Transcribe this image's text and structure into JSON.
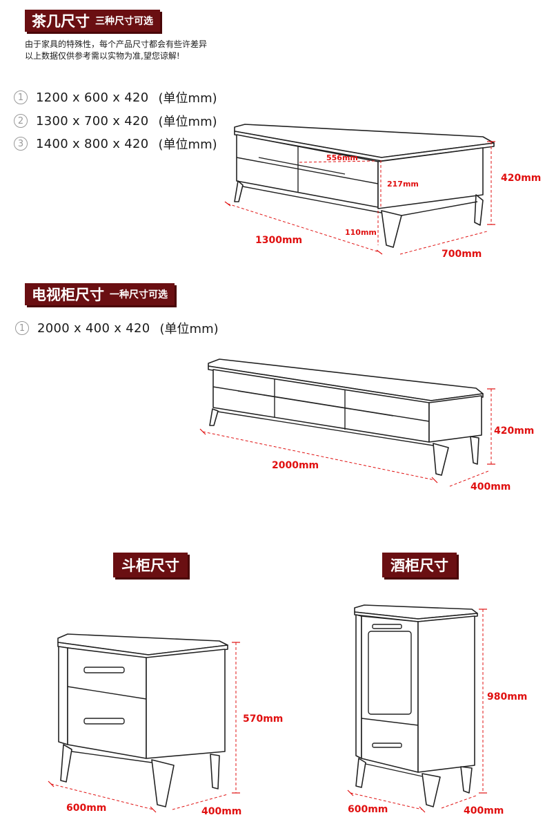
{
  "coffee_table": {
    "title": "茶几尺寸",
    "subtitle": "三种尺寸可选",
    "note": "由于家具的特殊性，每个产品尺寸都会有些许差异以上数据仅供参考需以实物为准,望您谅解!",
    "specs": [
      {
        "num": "1",
        "dims": "1200 x 600 x 420",
        "unit": "(单位mm)"
      },
      {
        "num": "2",
        "dims": "1300 x 700 x 420",
        "unit": "(单位mm)"
      },
      {
        "num": "3",
        "dims": "1400 x 800 x 420",
        "unit": "(单位mm)"
      }
    ],
    "labels": {
      "length": "1300mm",
      "depth": "700mm",
      "height": "420mm",
      "drawer": "556mm",
      "front": "217mm",
      "leg": "110mm"
    }
  },
  "tv_cabinet": {
    "title": "电视柜尺寸",
    "subtitle": "一种尺寸可选",
    "specs": [
      {
        "num": "1",
        "dims": "2000 x 400 x 420",
        "unit": "(单位mm)"
      }
    ],
    "labels": {
      "length": "2000mm",
      "depth": "400mm",
      "height": "420mm"
    }
  },
  "nightstand": {
    "title": "斗柜尺寸",
    "labels": {
      "width": "600mm",
      "depth": "400mm",
      "height": "570mm"
    }
  },
  "wine_cabinet": {
    "title": "酒柜尺寸",
    "labels": {
      "width": "600mm",
      "depth": "400mm",
      "height": "980mm"
    }
  },
  "colors": {
    "banner": "#6a0f12",
    "dimension": "#e01010",
    "line": "#222222"
  }
}
